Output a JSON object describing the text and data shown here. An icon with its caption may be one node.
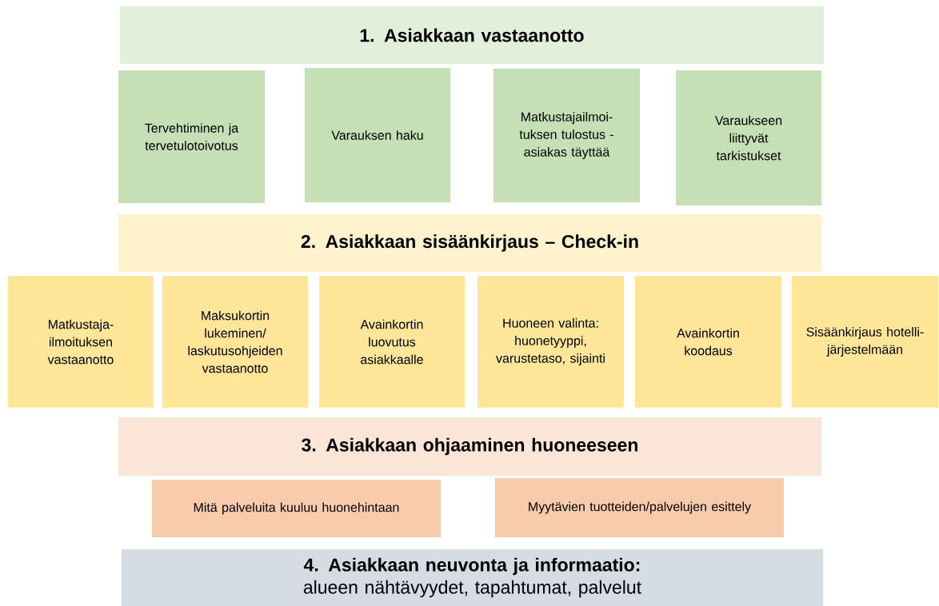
{
  "diagram": {
    "nodes": [
      {
        "text": [
          "1. Asiakkaan vastaanotto"
        ]
      },
      {
        "text": [
          "Tervehtiminen ja tervetulotoivotus"
        ]
      },
      {
        "text": [
          "Varauksen haku"
        ]
      },
      {
        "text": [
          "Matkustajailmoi- tuksen tulostus - asiakas täyttää"
        ]
      },
      {
        "text": [
          "Varaukseen liittyvät tarkistukset"
        ]
      },
      {
        "text": [
          "2. Asiakkaan sisäänkirjaus – Check-in"
        ]
      },
      {
        "text": [
          "Matkustaja- ilmoituksen vastaanotto"
        ]
      },
      {
        "text": [
          "Maksukortin lukeminen/ laskutusohjeiden vastaanotto"
        ]
      },
      {
        "text": [
          "Avainkortin luovutus asiakkaalle"
        ]
      },
      {
        "text": [
          "Huoneen valinta: huonetyyppi, varustetaso, sijainti"
        ]
      },
      {
        "text": [
          "Avainkortin koodaus"
        ]
      },
      {
        "text": [
          "Sisäänkirjaus hotelli- järjestelmään"
        ]
      },
      {
        "text": [
          "3. Asiakkaan ohjaaminen huoneeseen"
        ]
      },
      {
        "text": [
          "Mitä palveluita kuuluu huonehintaan"
        ]
      },
      {
        "text": [
          "Myytävien tuotteiden/palvelujen esittely"
        ]
      },
      {
        "text": [
          "**4. Asiakkaan neuvonta ja informaatio:** alueen nähtävyydet, tapahtumat, palvelut"
        ]
      }
    ]
  }
}
